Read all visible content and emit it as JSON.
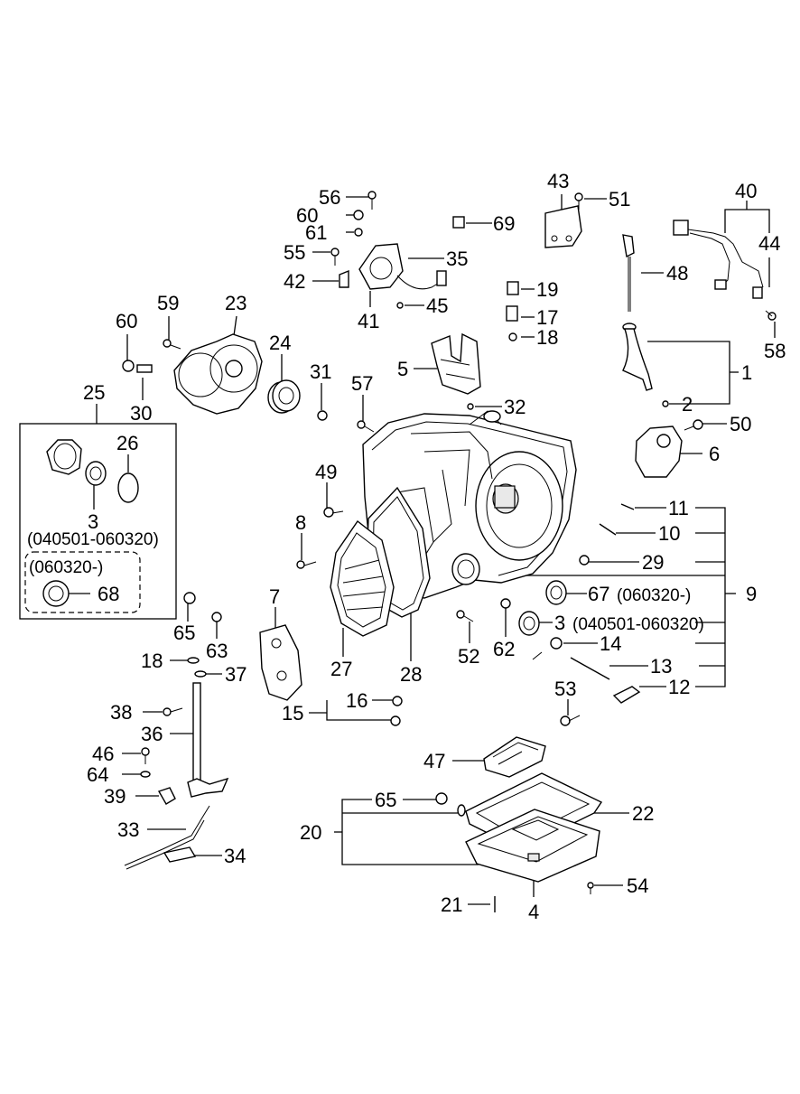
{
  "labels": {
    "l1": "1",
    "l2": "2",
    "l3a": "3",
    "l3b": "3",
    "l4": "4",
    "l5": "5",
    "l6": "6",
    "l7": "7",
    "l8": "8",
    "l9": "9",
    "l10": "10",
    "l11": "11",
    "l12": "12",
    "l13": "13",
    "l14": "14",
    "l15": "15",
    "l16": "16",
    "l17": "17",
    "l18a": "18",
    "l18b": "18",
    "l19": "19",
    "l20": "20",
    "l21": "21",
    "l22": "22",
    "l23": "23",
    "l24": "24",
    "l25": "25",
    "l26": "26",
    "l27": "27",
    "l28": "28",
    "l29": "29",
    "l30": "30",
    "l31": "31",
    "l32": "32",
    "l33": "33",
    "l34": "34",
    "l35": "35",
    "l36": "36",
    "l37": "37",
    "l38": "38",
    "l39": "39",
    "l40": "40",
    "l41": "41",
    "l42": "42",
    "l43": "43",
    "l44": "44",
    "l45": "45",
    "l46": "46",
    "l47": "47",
    "l48": "48",
    "l49": "49",
    "l50": "50",
    "l51": "51",
    "l52": "52",
    "l53": "53",
    "l54": "54",
    "l55": "55",
    "l56": "56",
    "l57": "57",
    "l58": "58",
    "l59": "59",
    "l60a": "60",
    "l60b": "60",
    "l61": "61",
    "l62": "62",
    "l63": "63",
    "l64": "64",
    "l65a": "65",
    "l65b": "65",
    "l67": "67",
    "l68": "68",
    "l69": "69"
  },
  "notes": {
    "range_a": "(040501-060320)",
    "range_b": "(060320-)",
    "range_c": "(060320-)",
    "range_d": "(040501-060320)"
  }
}
